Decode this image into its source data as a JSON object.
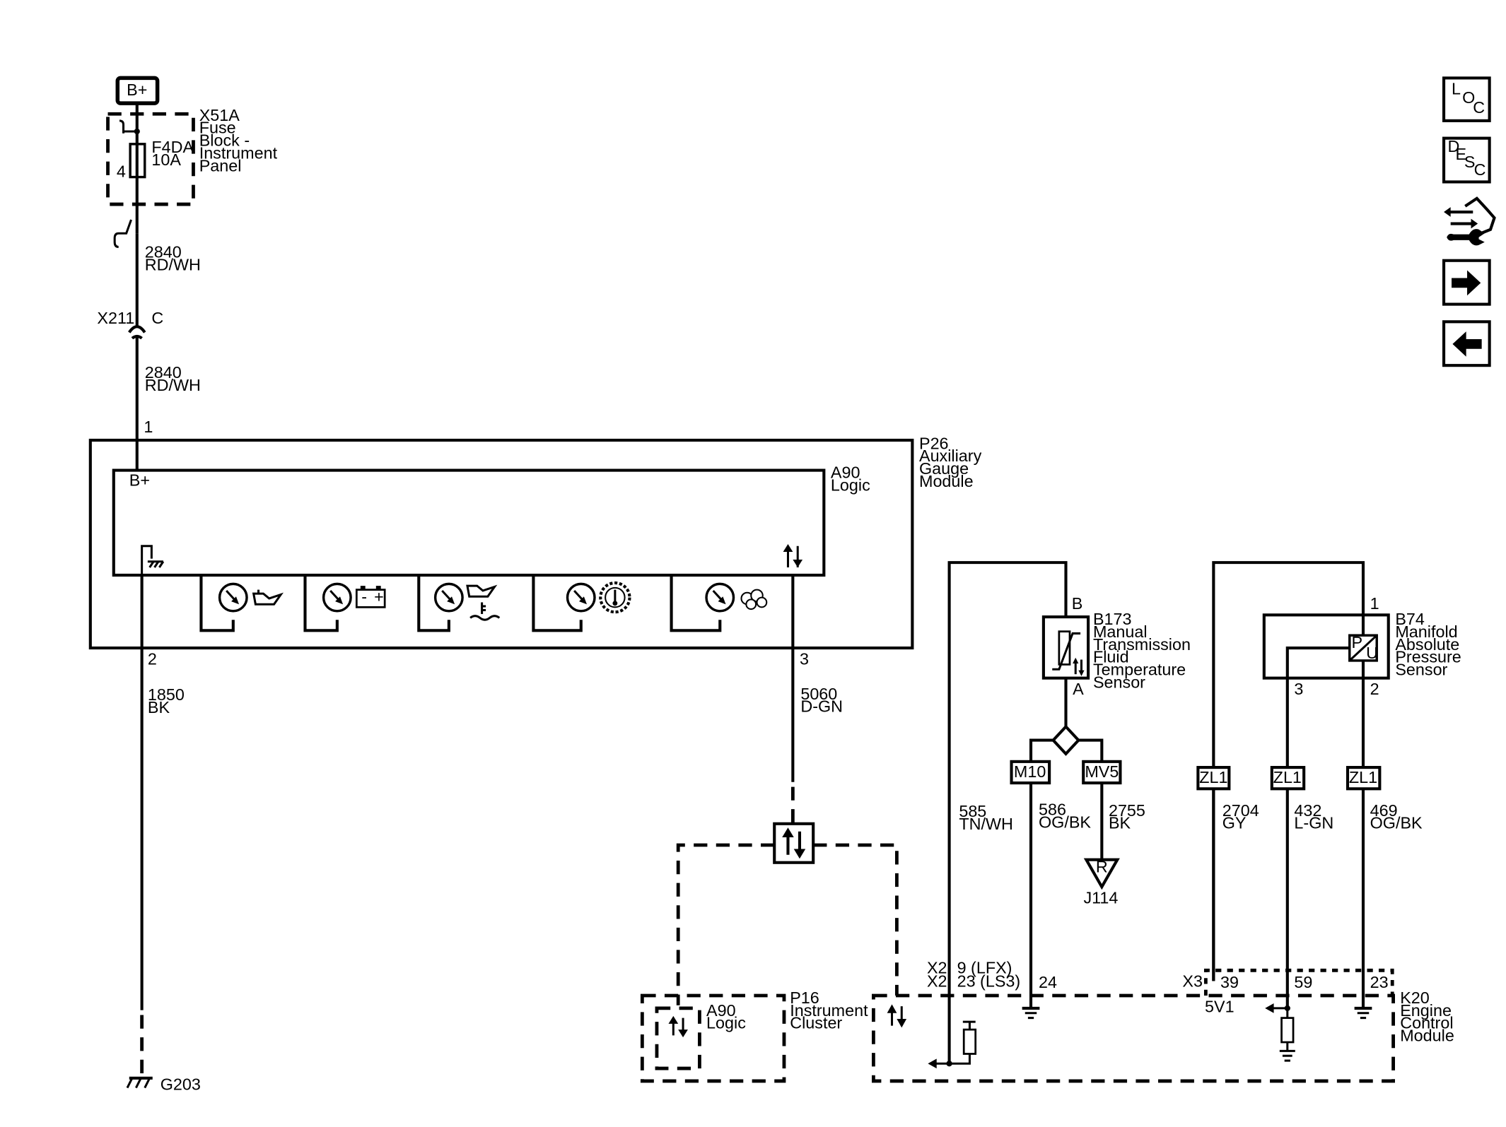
{
  "power": {
    "bplus_box": "B+",
    "fuse_block_id": "X51A",
    "fuse_block_name": [
      "Fuse",
      "Block -",
      "Instrument",
      "Panel"
    ],
    "fuse_id": "F4DA",
    "fuse_rating": "10A",
    "fuse_pin": "4"
  },
  "wires": {
    "w2840a": [
      "2840",
      "RD/WH"
    ],
    "w2840b": [
      "2840",
      "RD/WH"
    ],
    "w1850": [
      "1850",
      "BK"
    ],
    "w5060": [
      "5060",
      "D-GN"
    ],
    "w585": [
      "585",
      "TN/WH"
    ],
    "w586": [
      "586",
      "OG/BK"
    ],
    "w2755": [
      "2755",
      "BK"
    ],
    "w2704": [
      "2704",
      "GY"
    ],
    "w432": [
      "432",
      "L-GN"
    ],
    "w469": [
      "469",
      "OG/BK"
    ]
  },
  "connectors": {
    "x211_id": "X211",
    "x211_pin": "C",
    "p26_pin1": "1",
    "p26_pin2": "2",
    "p26_pin3": "3",
    "b173_pin_b": "B",
    "b173_pin_a": "A",
    "b74_pin1": "1",
    "b74_pin3": "3",
    "b74_pin2": "2",
    "m10": "M10",
    "mv5": "MV5",
    "zl1_a": "ZL1",
    "zl1_b": "ZL1",
    "zl1_c": "ZL1",
    "x2_line1": "X2",
    "x2_line2": "X2",
    "x2_pin_lfx": "9 (LFX)",
    "x2_pin_ls3": "23 (LS3)",
    "k20_pin24": "24",
    "x3_id": "X3",
    "k20_pin39": "39",
    "k20_pin59": "59",
    "k20_pin23": "23",
    "k20_5v1": "5V1",
    "j114_tri": "R",
    "j114_id": "J114"
  },
  "components": {
    "p26_id": "P26",
    "p26_name": [
      "Auxiliary",
      "Gauge",
      "Module"
    ],
    "a90_id": "A90",
    "a90_name": "Logic",
    "a90_bplus": "B+",
    "b173_id": "B173",
    "b173_name": [
      "Manual",
      "Transmission",
      "Fluid",
      "Temperature",
      "Sensor"
    ],
    "b74_id": "B74",
    "b74_name": [
      "Manifold",
      "Absolute",
      "Pressure",
      "Sensor"
    ],
    "b74_sym_p": "P",
    "b74_sym_u": "U",
    "p16_id": "P16",
    "p16_name": [
      "Instrument",
      "Cluster"
    ],
    "p16_a90_id": "A90",
    "p16_a90_name": "Logic",
    "k20_id": "K20",
    "k20_name": [
      "Engine",
      "Control",
      "Module"
    ],
    "g203": "G203"
  },
  "nav": {
    "loc_letters": [
      "L",
      "O",
      "C"
    ],
    "desc_letters": [
      "D",
      "E",
      "S",
      "C"
    ],
    "icons": [
      "loc-icon",
      "desc-icon",
      "connector-wrench-icon",
      "arrow-right-icon",
      "arrow-left-icon"
    ]
  }
}
